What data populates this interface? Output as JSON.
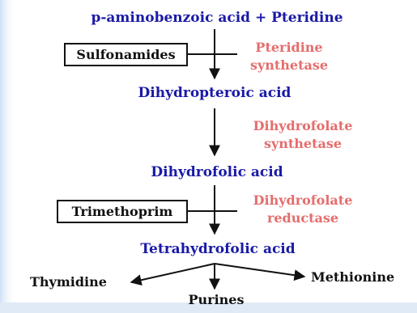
{
  "pathway": {
    "substrates": "p-aminobenzoic acid + Pteridine",
    "intermediate_1": "Dihydropteroic acid",
    "intermediate_2": "Dihydrofolic acid",
    "product": "Tetrahydrofolic acid",
    "end_products": {
      "left": "Thymidine",
      "middle": "Purines",
      "right": "Methionine"
    }
  },
  "enzymes": {
    "step_1": {
      "line1": "Pteridine",
      "line2": "synthetase"
    },
    "step_2": {
      "line1": "Dihydrofolate",
      "line2": "synthetase"
    },
    "step_3": {
      "line1": "Dihydrofolate",
      "line2": "reductase"
    }
  },
  "inhibitors": {
    "step_1": "Sulfonamides",
    "step_3": "Trimethoprim"
  },
  "colors": {
    "compound": "#1a1aa6",
    "enzyme": "#e56d6d",
    "inhibitor": "#111111",
    "slide_background": "#dbe8f6"
  }
}
